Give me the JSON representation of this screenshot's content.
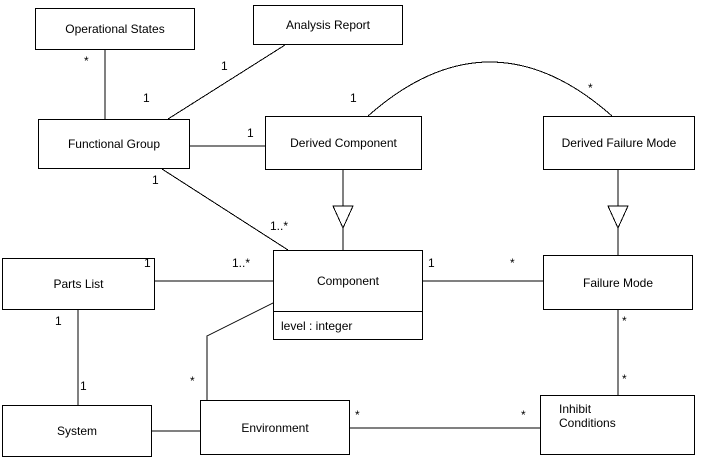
{
  "diagram": {
    "type": "uml-class-diagram",
    "background_color": "#ffffff",
    "line_color": "#000000",
    "box_fill_color": "#ffffff",
    "nodes": {
      "operational_states": {
        "label": "Operational States"
      },
      "analysis_report": {
        "label": "Analysis Report"
      },
      "functional_group": {
        "label": "Functional Group"
      },
      "derived_component": {
        "label": "Derived Component"
      },
      "derived_failure_mode": {
        "label": "Derived Failure Mode"
      },
      "parts_list": {
        "label": "Parts List"
      },
      "component": {
        "label": "Component",
        "attribute": "level : integer"
      },
      "failure_mode": {
        "label": "Failure Mode"
      },
      "system": {
        "label": "System"
      },
      "environment": {
        "label": "Environment"
      },
      "inhibit_conditions": {
        "label": "Inhibit Conditions"
      }
    },
    "multiplicities": {
      "operational_states_end": "*",
      "analysis_report_end": "1",
      "functional_group_top_end": "1",
      "derived_component_arc_end": "1",
      "derived_failure_mode_arc_end": "*",
      "derived_component_left_end": "1",
      "functional_group_bottom_end": "1",
      "component_top_end": "1..*",
      "parts_list_right_end": "1",
      "component_left_end": "1..*",
      "component_right_end": "1",
      "failure_mode_left_end": "*",
      "parts_list_bottom_end": "1",
      "system_top_end": "1",
      "environment_top_end": "*",
      "environment_right_end": "*",
      "inhibit_conditions_left_end": "*",
      "failure_mode_bottom_end": "*",
      "inhibit_conditions_top_end": "*"
    }
  }
}
